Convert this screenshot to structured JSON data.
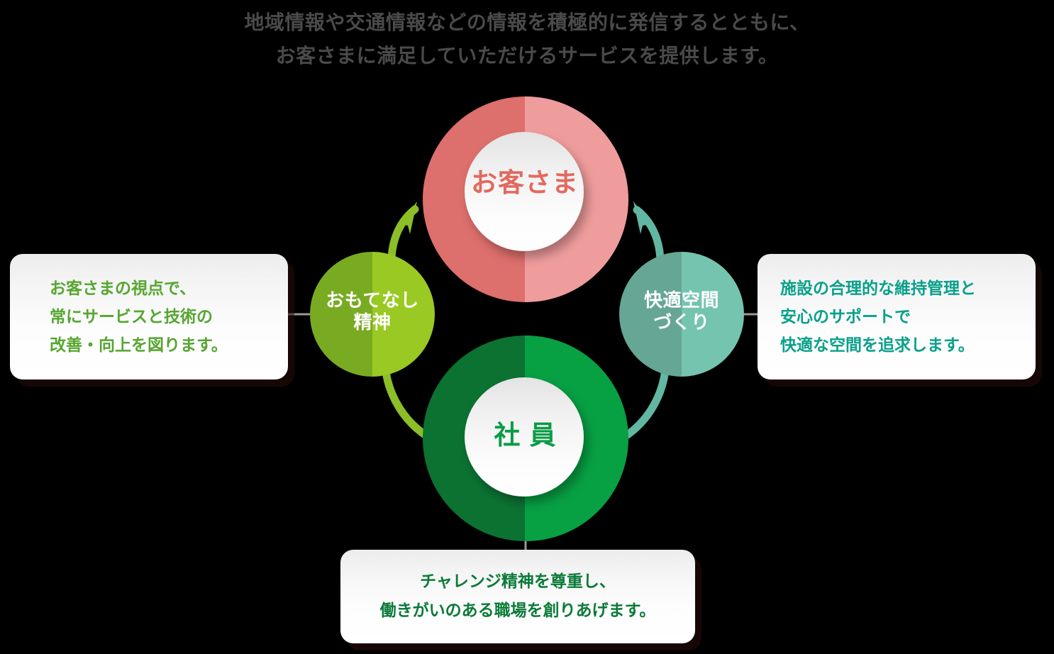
{
  "heading": {
    "line1": "地域情報や交通情報などの情報を積極的に発信するとともに、",
    "line2": "お客さまに満足していただけるサービスを提供します。"
  },
  "circles": {
    "customer": {
      "label": "お客さま",
      "outer_color_dark": "#dd6f6c",
      "outer_color_light": "#ef9c9c",
      "text_color": "#e2695f"
    },
    "staff": {
      "label": "社員",
      "outer_color_dark": "#0b7232",
      "outer_color_light": "#07a043",
      "text_color": "#0a9c46"
    },
    "omotenashi": {
      "label": "おもてなし\n精神",
      "color_dark": "#79ab22",
      "color_light": "#99c922",
      "text_color": "#ffffff"
    },
    "kaiteki": {
      "label": "快適空間\nづくり",
      "color_dark": "#66a695",
      "color_light": "#74c4b0",
      "text_color": "#ffffff"
    }
  },
  "callouts": {
    "left": {
      "text": "お客さまの視点で、\n常にサービスと技術の\n改善・向上を図ります。",
      "text_color": "#56a630"
    },
    "right": {
      "text": "施設の合理的な維持管理と\n安心のサポートで\n快適な空間を追求します。",
      "text_color": "#09a08a"
    },
    "bottom": {
      "text": "チャレンジ精神を尊重し、\n働きがいのある職場を創りあげます。",
      "text_color": "#0b7a38"
    }
  },
  "arrows": {
    "left_up": {
      "color": "#8cbe27",
      "direction": "up-right",
      "from": "おもてなし精神",
      "to": "お客さま"
    },
    "right_up": {
      "color": "#62b7a2",
      "direction": "up-left",
      "from": "快適空間づくり",
      "to": "お客さま"
    },
    "left_down": {
      "color": "#8cbe27",
      "from": "おもてなし精神",
      "to": "社員"
    },
    "right_down": {
      "color": "#62b7a2",
      "from": "快適空間づくり",
      "to": "社員"
    }
  },
  "connectors": {
    "color": "#9a9a9a"
  }
}
